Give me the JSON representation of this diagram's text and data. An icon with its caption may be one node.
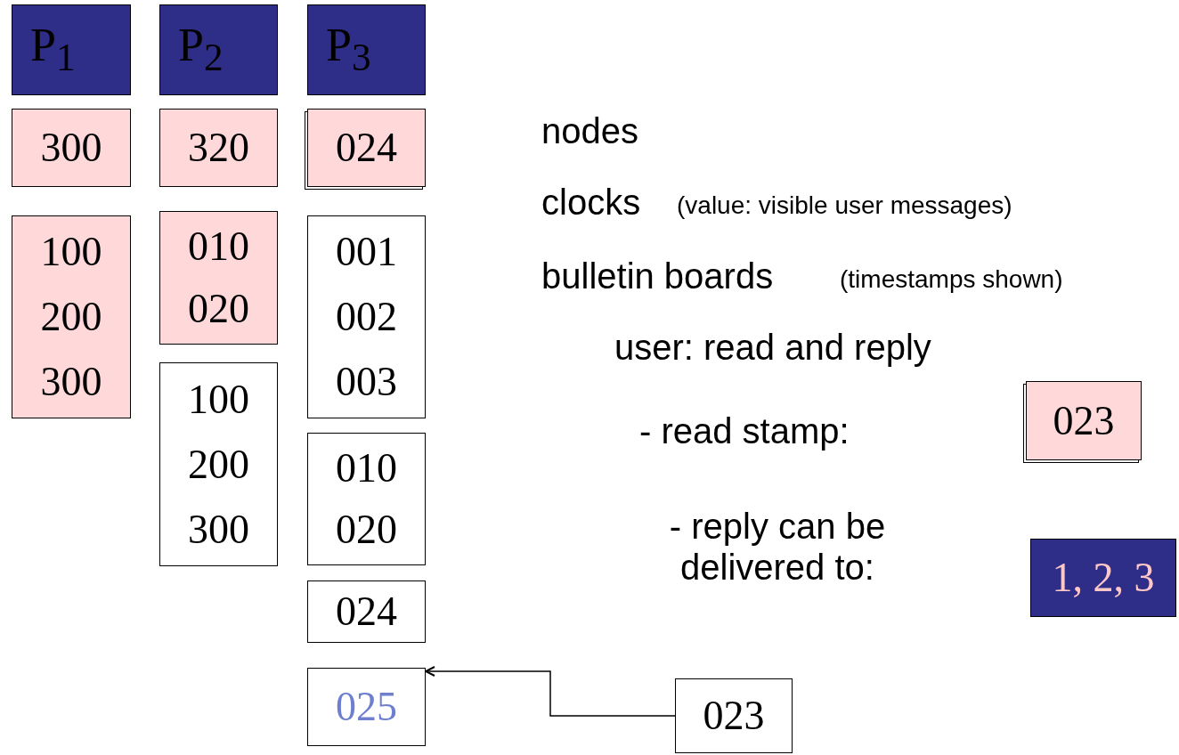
{
  "diagram": {
    "nodes": [
      {
        "text": [
          "P$_{1}$"
        ]
      },
      {
        "text": [
          "P$_{2}$"
        ]
      },
      {
        "text": [
          "P$_{3}$"
        ]
      },
      {
        "text": [
          "300"
        ]
      },
      {
        "text": [
          "320"
        ]
      },
      {
        "text": [
          "024"
        ]
      },
      {
        "text": [
          "100",
          "200",
          "300"
        ]
      },
      {
        "text": [
          "010",
          "020"
        ]
      },
      {
        "text": [
          "100",
          "200",
          "300"
        ]
      },
      {
        "text": [
          "001",
          "002",
          "003"
        ]
      },
      {
        "text": [
          "010",
          "020"
        ]
      },
      {
        "text": [
          "024"
        ]
      },
      {
        "text": [
          "025"
        ]
      },
      {
        "text": [
          "023"
        ]
      },
      {
        "text": [
          "1, 2, 3"
        ]
      },
      {
        "text": [
          "023"
        ]
      }
    ],
    "edges": [
      {
        "from": 15,
        "to": 12,
        "arrow": "to"
      }
    ],
    "labels": [
      "nodes",
      "clocks",
      "(value: visible user messages)",
      "bulletin boards",
      "(timestamps shown)",
      "user: read and reply",
      "- read stamp:",
      "- reply can be delivered to:"
    ]
  }
}
